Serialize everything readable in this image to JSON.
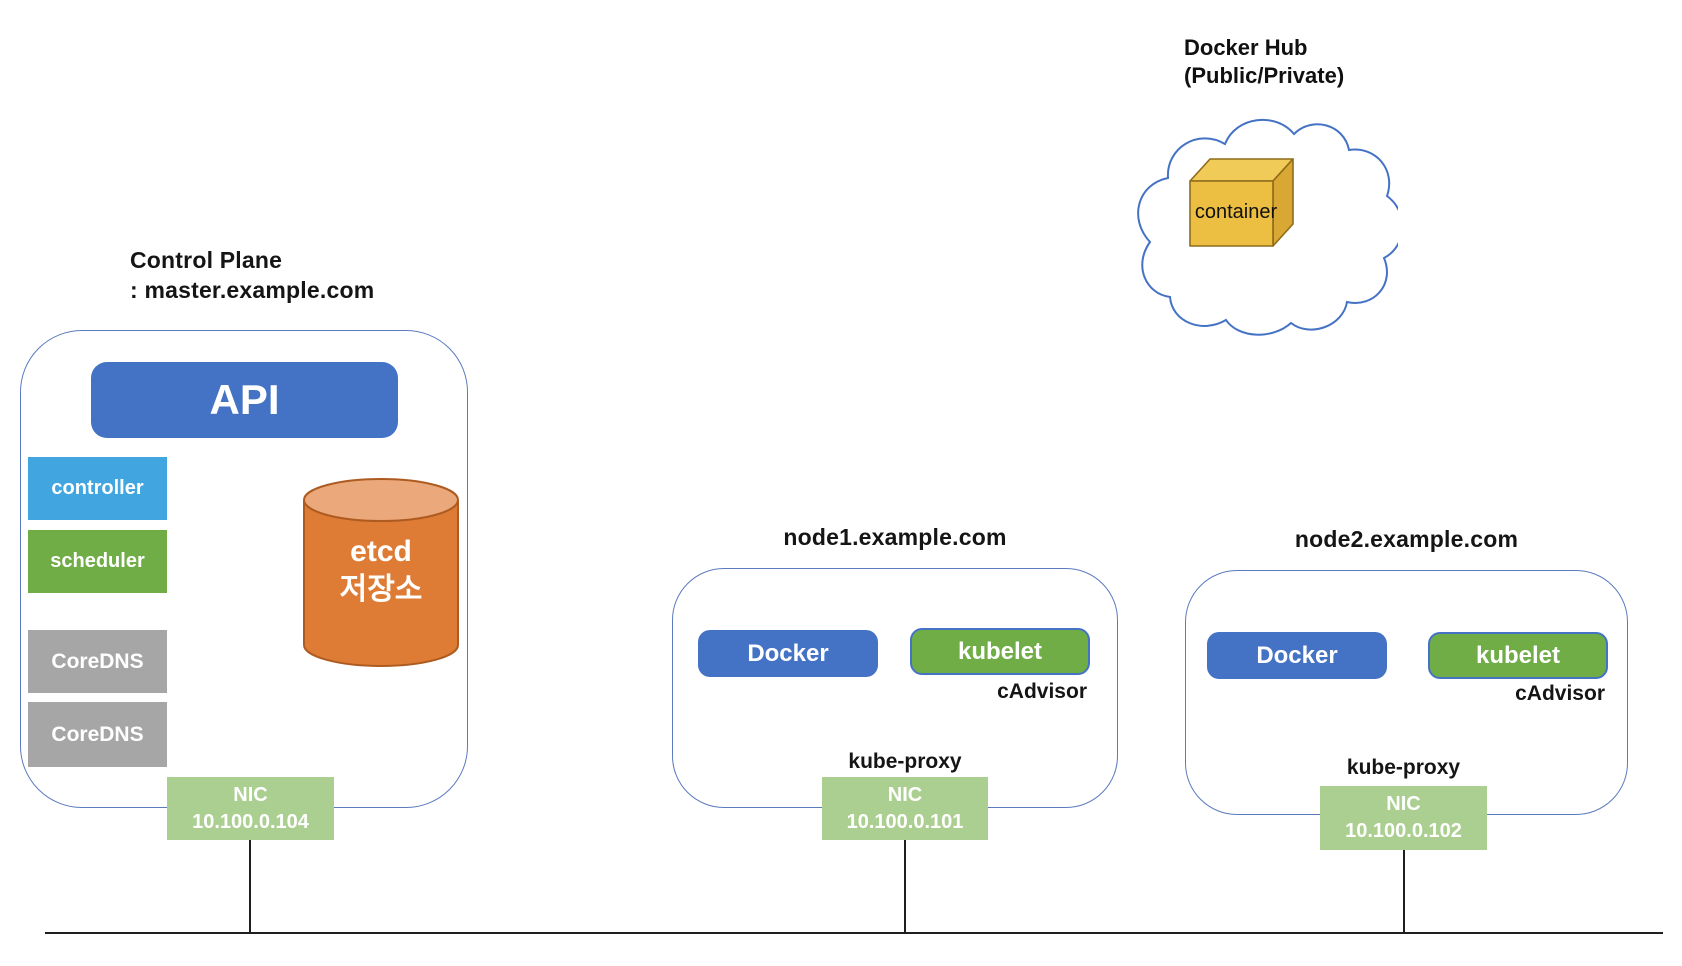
{
  "palette": {
    "accent_blue": "#4472C4",
    "light_blue": "#41A6DF",
    "green": "#70AD47",
    "gray": "#A6A6A6",
    "nic_green": "#ABCF90",
    "etcd_body_orange": "#DE7C35",
    "etcd_top_orange": "#EBA87A",
    "etcd_border": "#AE5B21",
    "cube_front_gold": "#ECBE41",
    "cube_top_gold": "#F1CB57",
    "cube_side_gold": "#D9A733",
    "cube_border": "#8E6C1A",
    "outline_blue": "#5b7bbf",
    "line_black": "#1f1f1f"
  },
  "docker_hub": {
    "title": "Docker Hub",
    "subtitle": "(Public/Private)",
    "cube_label": "container"
  },
  "control_plane": {
    "title_line1": "Control Plane",
    "title_line2": ": master.example.com",
    "api_label": "API",
    "components": [
      {
        "label": "controller"
      },
      {
        "label": "scheduler"
      },
      {
        "label": "CoreDNS"
      },
      {
        "label": "CoreDNS"
      }
    ],
    "etcd": {
      "line1": "etcd",
      "line2": "저장소"
    },
    "nic": {
      "label": "NIC",
      "ip": "10.100.0.104"
    }
  },
  "nodes": [
    {
      "hostname": "node1.example.com",
      "docker_label": "Docker",
      "kubelet_label": "kubelet",
      "cadvisor_label": "cAdvisor",
      "kube_proxy_label": "kube-proxy",
      "nic": {
        "label": "NIC",
        "ip": "10.100.0.101"
      }
    },
    {
      "hostname": "node2.example.com",
      "docker_label": "Docker",
      "kubelet_label": "kubelet",
      "cadvisor_label": "cAdvisor",
      "kube_proxy_label": "kube-proxy",
      "nic": {
        "label": "NIC",
        "ip": "10.100.0.102"
      }
    }
  ]
}
